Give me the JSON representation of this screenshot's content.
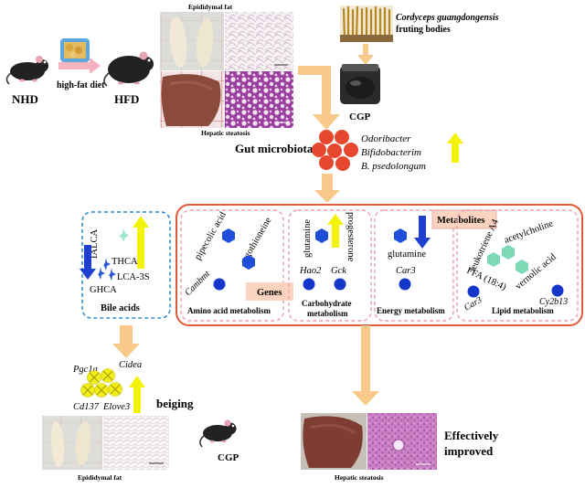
{
  "top": {
    "nhd": "NHD",
    "diet": "high-fat diet",
    "hfd": "HFD",
    "epididymal_fat": "Epididymal fat",
    "hepatic_steatosis": "Hepatic steatosis",
    "cordyceps_name": "Cordyceps guangdongensis",
    "cordyceps_sub": "fruting bodies",
    "cgp": "CGP"
  },
  "microbiota": {
    "label": "Gut microbiota",
    "bacteria": [
      "Odoribacter",
      "Bifidobacterim",
      "B. psedolongum"
    ]
  },
  "bile_acids": {
    "title": "Bile acids",
    "up": [
      "IALCA"
    ],
    "down": [
      "THCA",
      "LCA-3S",
      "GHCA"
    ]
  },
  "metabolism": {
    "metabolites_tag": "Metabolites",
    "genes_tag": "Genes",
    "amino": {
      "title": "Amino acid metabolism",
      "metabolites": [
        "pipecolic acid",
        "ergothioneine"
      ],
      "gene": "Cambmt"
    },
    "carb": {
      "title_line1": "Carbohydrate",
      "title_line2": "metabolism",
      "metabolites": [
        "glutamine",
        "progesterone"
      ],
      "genes": [
        "Hao2",
        "Gck"
      ]
    },
    "energy": {
      "title": "Energy metabolism",
      "metabolite": "glutamine",
      "gene": "Car3"
    },
    "lipid": {
      "title": "Lipid metabolism",
      "metabolites": [
        "leukotriene A4",
        "acetylcholine",
        "FFA (18:4)",
        "vernolic acid"
      ],
      "genes": [
        "Car3",
        "Cy2b13"
      ]
    }
  },
  "bottom": {
    "beiging_genes": [
      "Pgc1a",
      "Cidea",
      "Cd137",
      "Elove3"
    ],
    "beiging": "beiging",
    "epididymal_fat": "Epididymal fat",
    "cgp": "CGP",
    "hepatic_steatosis": "Hepatic steatosis",
    "result_line1": "Effectively",
    "result_line2": "improved"
  },
  "colors": {
    "arrow_orange": "#f9c98b",
    "bacteria_red": "#e8472f",
    "main_box": "#e05a3a",
    "bile_box": "#2f8fd0",
    "sub_box": "#e8a0aa",
    "up_arrow": "#f2f20a",
    "down_arrow": "#1e3fcf",
    "hexagon_blue": "#1f4ed8",
    "hexagon_green": "#7fd9b5",
    "tag_fill": "#fbd3be",
    "gene_circle": "#1537c9",
    "beige_circle": "#f3ee1a"
  }
}
